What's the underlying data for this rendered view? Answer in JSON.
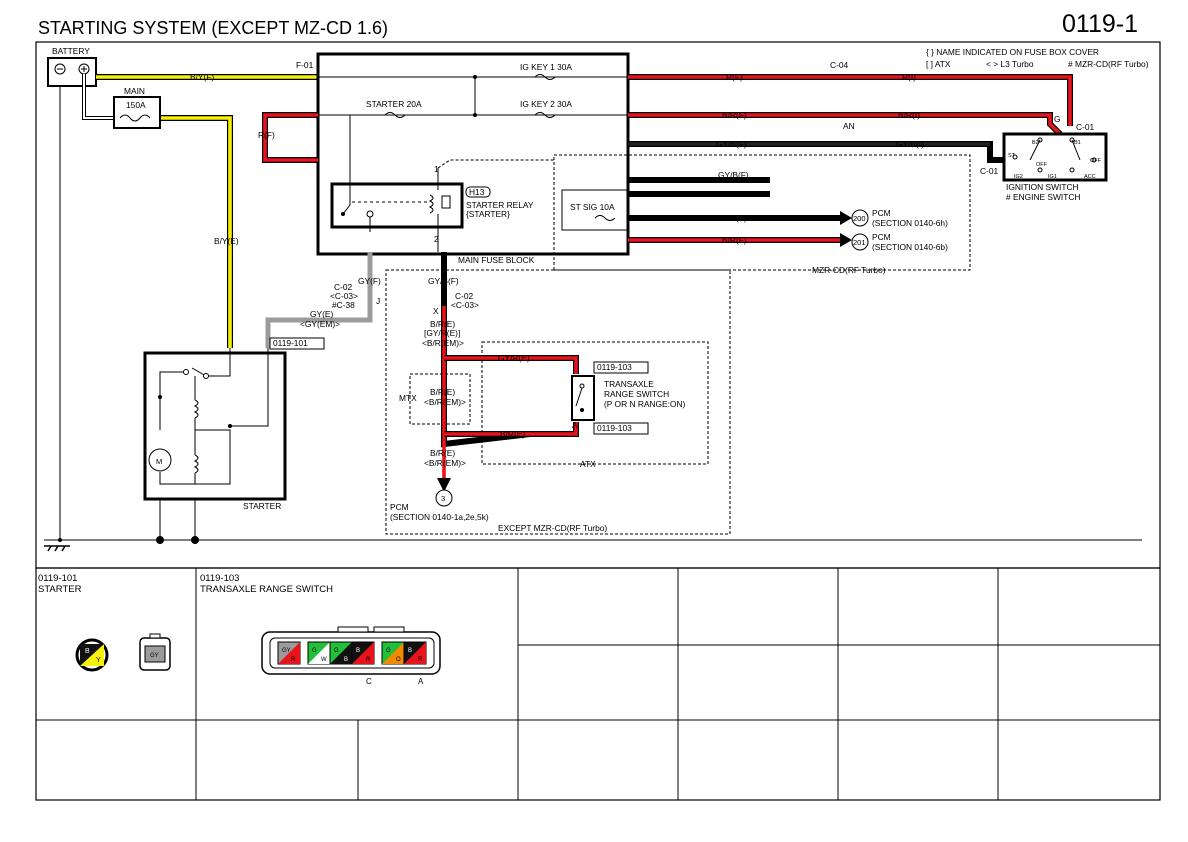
{
  "header": {
    "title": "STARTING SYSTEM (EXCEPT MZ-CD 1.6)",
    "page": "0119-1"
  },
  "legend": {
    "line1": "{ } NAME INDICATED ON FUSE BOX COVER",
    "atx": "[ ] ATX",
    "l3": "< > L3 Turbo",
    "mzr": "# MZR-CD(RF Turbo)"
  },
  "components": {
    "battery": "BATTERY",
    "main": "MAIN",
    "main_rating": "150A",
    "fuse_block": "MAIN FUSE BLOCK",
    "ig_key1": "IG KEY 1 30A",
    "ig_key2": "IG KEY 2 30A",
    "starter20": "STARTER 20A",
    "st_sig": "ST SIG 10A",
    "relay_code": "H13",
    "relay_line1": "STARTER RELAY",
    "relay_line2": "{STARTER}",
    "ign_line1": "IGNITION SWITCH",
    "ign_line2": "# ENGINE SWITCH",
    "pcm": "PCM",
    "sec_6h": "(SECTION 0140-6h)",
    "sec_6b": "(SECTION 0140-6b)",
    "sec_1a": "(SECTION 0140-1a,2e,5k)",
    "pcm_200": "200",
    "pcm_201": "201",
    "pcm_3": "3",
    "trs_line1": "TRANSAXLE",
    "trs_line2": "RANGE SWITCH",
    "trs_line3": "(P OR N RANGE:ON)",
    "starter": "STARTER",
    "mtx": "MTX",
    "atx_box": "ATX",
    "mzr_box": "MZR-CD(RF Turbo)",
    "except_box": "EXCEPT MZR-CD(RF Turbo)",
    "motor": "M",
    "ref101": "0119-101",
    "ref103a": "0119-103",
    "ref103b": "0119-103"
  },
  "wires": {
    "by_f": "B/Y(F)",
    "by_e": "B/Y(E)",
    "r_f_left": "R(F)",
    "r_f": "R(F)",
    "r_i": "R(I)",
    "br_f1": "B/R(F)",
    "br_i": "B/R(I)",
    "gyb_f1": "GY/B(F)",
    "gyb_i": "GY/B(I)",
    "gyb_f2": "GY/B(F)",
    "gyb_f3": "GY/B(F)",
    "br_f2": "B/R(F)",
    "gy_f": "GY(F)",
    "gy_e": "GY(E)",
    "gy_em": "<GY(EM)>",
    "gyb_f4": "GY/B(F)",
    "br_e1": "B/R(E)",
    "gyr_e_br": "[GY/R(E)]",
    "br_em1": "<B/R(EM)>",
    "br_e2": "B/R(E)",
    "br_em2": "<B/R(EM)>",
    "br_e3": "B/R(E)",
    "br_e4": "B/R(E)",
    "br_em3": "<B/R(EM)>",
    "gyr_e": "GY/R(E)"
  },
  "connectors": {
    "f01": "F-01",
    "c04": "C-04",
    "c01a": "C-01",
    "c01b": "C-01",
    "g": "G",
    "an": "AN",
    "c02a": "C-02",
    "c03a": "<C-03>",
    "c38": "#C-38",
    "j": "J",
    "c02b": "C-02",
    "c03b": "<C-03>",
    "x": "X",
    "a": "A",
    "pin1": "1",
    "pin2": "2",
    "ign_b2": "B2",
    "ign_b1": "B1",
    "ign_st": "ST",
    "ign_off1": "OFF",
    "ign_off2": "OFF",
    "ign_ig2": "IG2",
    "ign_ig1": "IG1",
    "ign_acc": "ACC"
  },
  "bottom_panel": {
    "starter_code": "0119-101",
    "starter_name": "STARTER",
    "trs_code": "0119-103",
    "trs_name": "TRANSAXLE RANGE SWITCH",
    "pin_c": "C",
    "pin_a": "A",
    "b": "B",
    "y": "Y",
    "gy": "GY",
    "pins": [
      "GY",
      "R",
      "G",
      "W",
      "G",
      "B",
      "B",
      "R",
      "G",
      "O",
      "B",
      "R"
    ]
  },
  "colors": {
    "red": "#e8141b",
    "yellow": "#f7f00a",
    "gray": "#9b9b9b",
    "black": "#000000",
    "green": "#22c03a"
  }
}
